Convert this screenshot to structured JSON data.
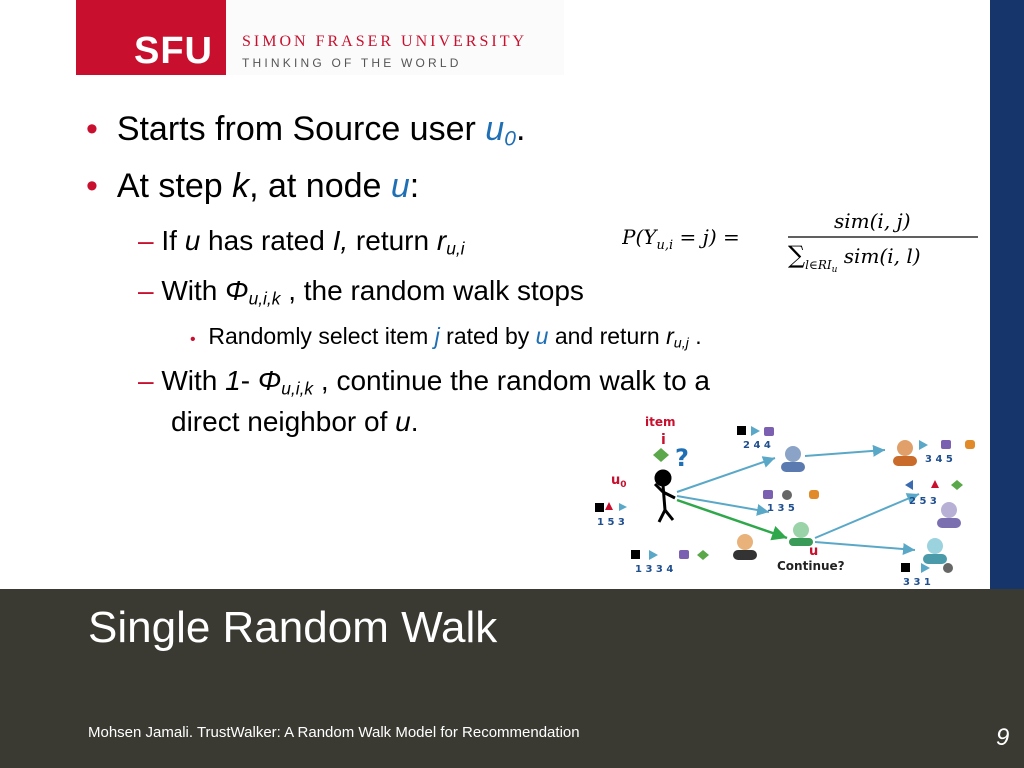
{
  "logo": {
    "mark": "SFU",
    "name": "SIMON FRASER UNIVERSITY",
    "tagline": "THINKING OF THE WORLD"
  },
  "bullets": {
    "b1": {
      "text": "Starts from Source user ",
      "var": "u",
      "sub": "0",
      "end": "."
    },
    "b2": {
      "pre": "At step ",
      "k": "k",
      "mid": ", at node ",
      "u": "u",
      "end": ":"
    },
    "s1": {
      "pre": "If ",
      "u": "u",
      "mid": " has rated ",
      "I": "I,",
      "mid2": " return ",
      "r": "r",
      "sub": "u,i"
    },
    "s2": {
      "pre": "With ",
      "phi": "Φ",
      "sub": "u,i,k",
      "end": " , the random walk stops"
    },
    "ss1": {
      "pre": "Randomly select item ",
      "j": "j",
      "mid": " rated by ",
      "u": "u",
      "mid2": " and return ",
      "r": "r",
      "sub": "u,j",
      "end": " ."
    },
    "s3": {
      "pre": "With ",
      "one": "1",
      "minus": "- ",
      "phi": "Φ",
      "sub": "u,i,k",
      "end": " , continue the random walk to a",
      "line2": "direct neighbor of ",
      "u": "u",
      "end2": "."
    }
  },
  "formula": {
    "lhs": "P(Y",
    "lhs_sub": "u,i",
    "lhs_end": " = j) =",
    "num": "sim(i, j)",
    "den_sigma": "∑",
    "den_sub": "l∈RI",
    "den_sub2": "u",
    "den_body": " sim(i, l)"
  },
  "diagram": {
    "item_label": "item",
    "item_letter": "i",
    "question": "?",
    "u0": "u",
    "u0_sub": "0",
    "u_label": "u",
    "continue": "Continue?",
    "nums_source": "1 5 3",
    "nums_top": "2 4 4",
    "nums_mid": "1 3 5",
    "nums_bottom": "1 3 3 4",
    "nums_right1": "3 4 5",
    "nums_right2": "2 5 3",
    "nums_right3": "3 3 1"
  },
  "footer": {
    "title": "Single Random Walk",
    "citation": "Mohsen Jamali. TrustWalker: A Random Walk Model for Recommendation",
    "page": "9"
  },
  "colors": {
    "sfu_red": "#c8102e",
    "navy": "#16356b",
    "footer": "#3a3a33",
    "accent_blue": "#1f6fb5"
  }
}
